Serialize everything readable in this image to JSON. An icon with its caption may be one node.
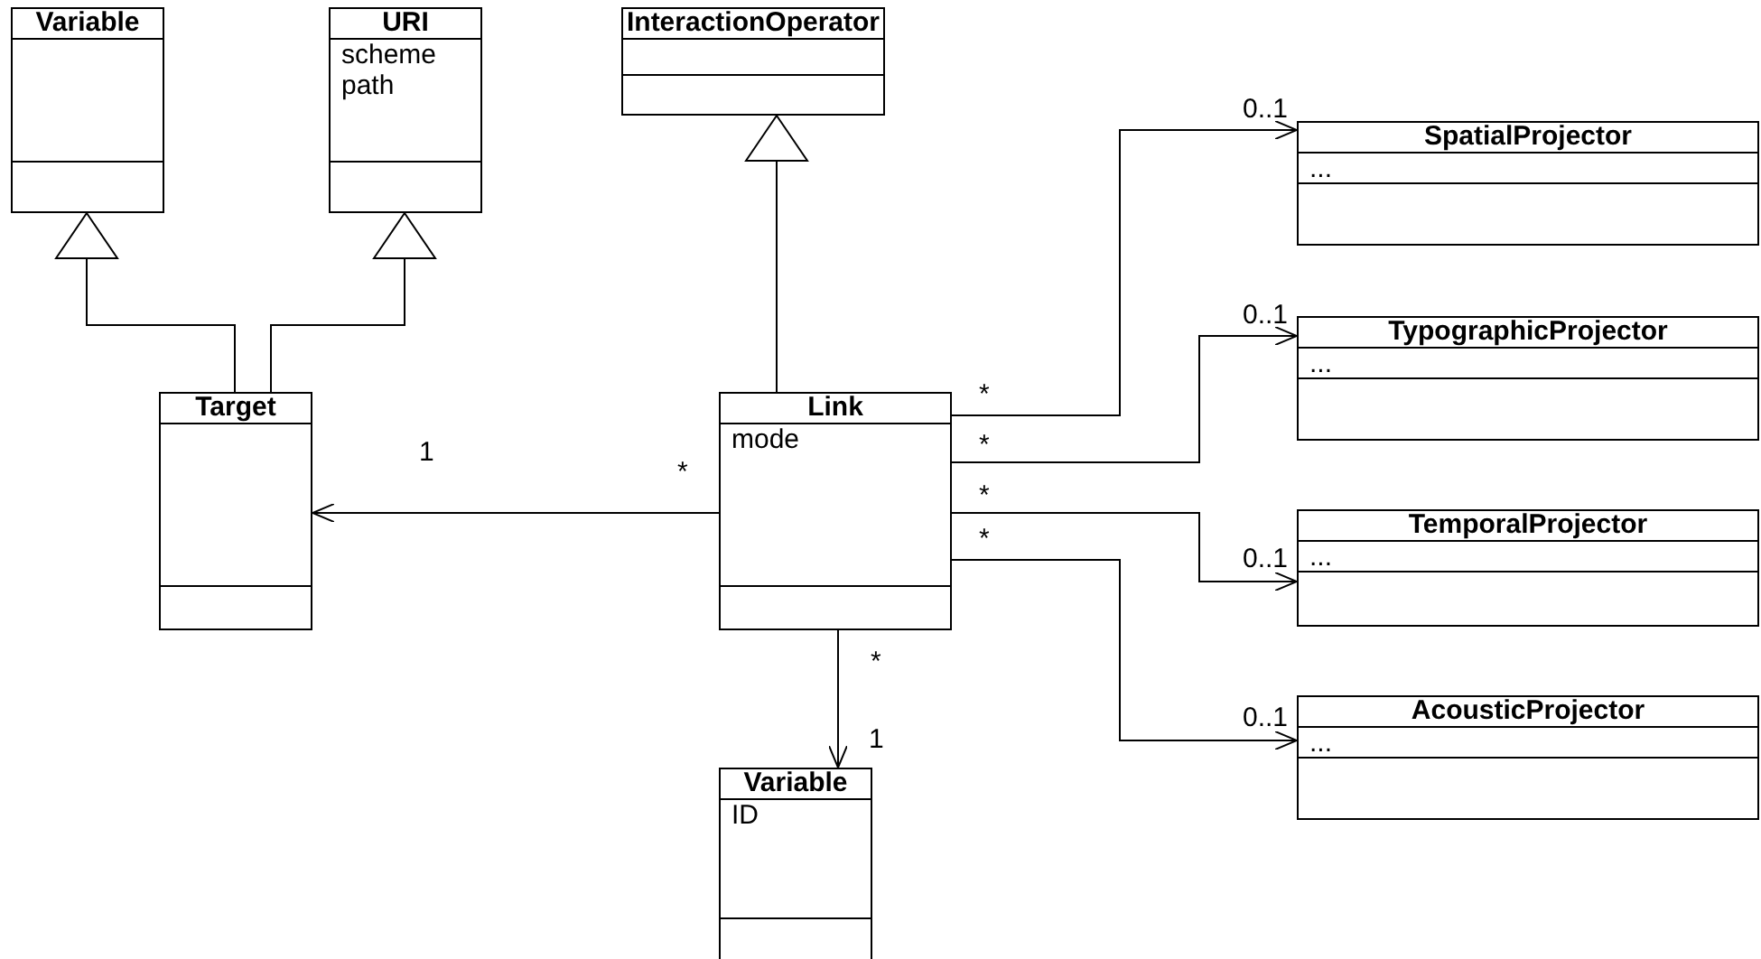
{
  "diagram": {
    "nodes": [
      {
        "text": [
          "Variable"
        ]
      },
      {
        "text": [
          "URI",
          "scheme",
          "path"
        ]
      },
      {
        "text": [
          "InteractionOperator"
        ]
      },
      {
        "text": [
          "SpatialProjector",
          "..."
        ]
      },
      {
        "text": [
          "TypographicProjector",
          "..."
        ]
      },
      {
        "text": [
          "Target"
        ]
      },
      {
        "text": [
          "Link",
          "mode"
        ]
      },
      {
        "text": [
          "TemporalProjector",
          "..."
        ]
      },
      {
        "text": [
          "AcousticProjector",
          "..."
        ]
      },
      {
        "text": [
          "Variable",
          "ID"
        ]
      }
    ],
    "edges": [
      {
        "from": 5,
        "to": 0,
        "arrow": "to"
      },
      {
        "from": 5,
        "to": 1,
        "arrow": "to"
      },
      {
        "from": 6,
        "to": 2,
        "arrow": "to"
      },
      {
        "from": 6,
        "to": 3,
        "arrow": "to"
      },
      {
        "from": 6,
        "to": 4,
        "arrow": "to"
      },
      {
        "from": 6,
        "to": 5,
        "arrow": "to"
      },
      {
        "from": 6,
        "to": 7,
        "arrow": "to"
      },
      {
        "from": 6,
        "to": 8,
        "arrow": "to"
      },
      {
        "from": 6,
        "to": 9,
        "arrow": "to"
      }
    ],
    "labels": [
      "0..1",
      "0..1",
      "*",
      "*",
      "1",
      "*",
      "*",
      "0..1",
      "*",
      "*",
      "0..1",
      "1"
    ]
  }
}
